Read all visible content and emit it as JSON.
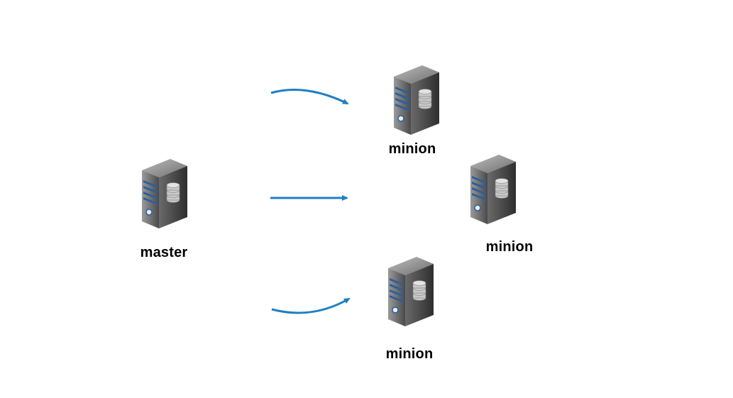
{
  "nodes": {
    "master": {
      "label": "master"
    },
    "minion_top": {
      "label": "minion"
    },
    "minion_right": {
      "label": "minion"
    },
    "minion_bottom": {
      "label": "minion"
    }
  },
  "colors": {
    "arrow": "#1f7fc0",
    "server_dark": "#3a3a3a",
    "server_light": "#8c8c8c",
    "stripe": "#2a5f9e"
  },
  "icons": {
    "server": "server-icon",
    "arrow": "arrow-right-icon"
  }
}
